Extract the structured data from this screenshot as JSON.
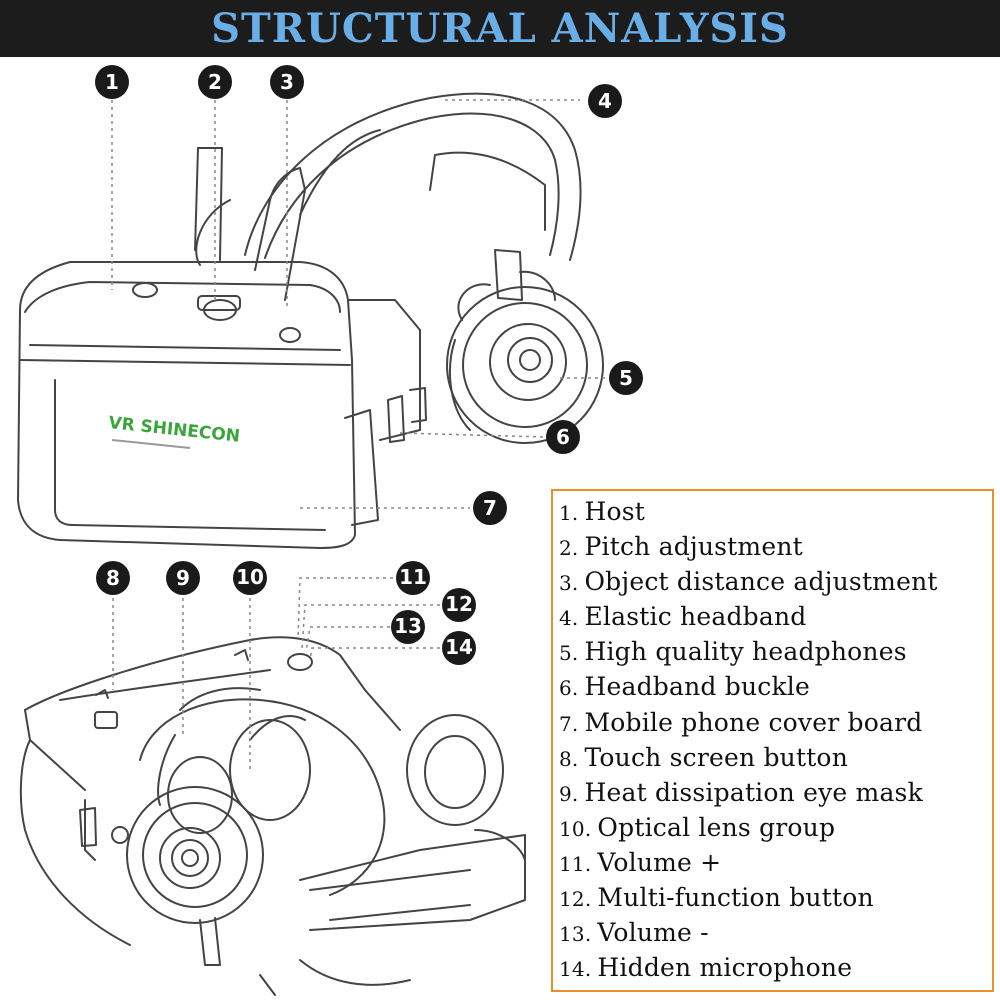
{
  "header": {
    "title": "STRUCTURAL ANALYSIS"
  },
  "product": {
    "brand_logo": "VR SHINECON"
  },
  "callouts": [
    "1",
    "2",
    "3",
    "4",
    "5",
    "6",
    "7",
    "8",
    "9",
    "10",
    "11",
    "12",
    "13",
    "14"
  ],
  "legend": {
    "items": [
      {
        "num": "1.",
        "label": "Host"
      },
      {
        "num": "2.",
        "label": "Pitch adjustment"
      },
      {
        "num": "3.",
        "label": "Object distance adjustment"
      },
      {
        "num": "4.",
        "label": "Elastic headband"
      },
      {
        "num": "5.",
        "label": "High quality headphones"
      },
      {
        "num": "6.",
        "label": "Headband buckle"
      },
      {
        "num": "7.",
        "label": "Mobile phone cover board"
      },
      {
        "num": "8.",
        "label": "Touch screen button"
      },
      {
        "num": "9.",
        "label": "Heat dissipation eye mask"
      },
      {
        "num": "10.",
        "label": "Optical lens group"
      },
      {
        "num": "11.",
        "label": "Volume +"
      },
      {
        "num": "12.",
        "label": "Multi-function button"
      },
      {
        "num": "13.",
        "label": "Volume -"
      },
      {
        "num": "14.",
        "label": "Hidden microphone"
      }
    ]
  },
  "colors": {
    "header_bg": "#1c1c1c",
    "title": "#6aaee8",
    "legend_border": "#e8902e",
    "logo_green": "#3aa63a"
  }
}
